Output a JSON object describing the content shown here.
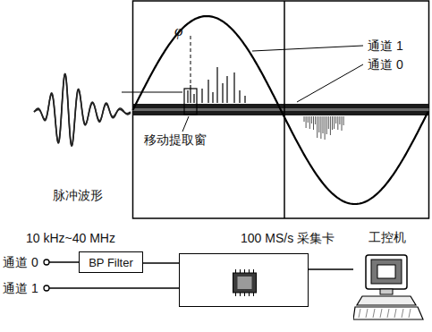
{
  "diagram": {
    "nodes": [
      {
        "text": [
          "10 kHz~40 MHz",
          "BP Filter"
        ]
      },
      {
        "text": [
          "100 MS/s 采集卡"
        ]
      },
      {
        "text": [
          "工控机"
        ]
      }
    ],
    "edges": [
      {
        "from": 0,
        "to": 1,
        "arrow": "none"
      },
      {
        "from": 1,
        "to": 2,
        "arrow": "none"
      }
    ],
    "labels": [
      "φ",
      "通道 1",
      "通道 0",
      "移动提取窗",
      "脉冲波形",
      "通道 0",
      "通道 1"
    ]
  }
}
